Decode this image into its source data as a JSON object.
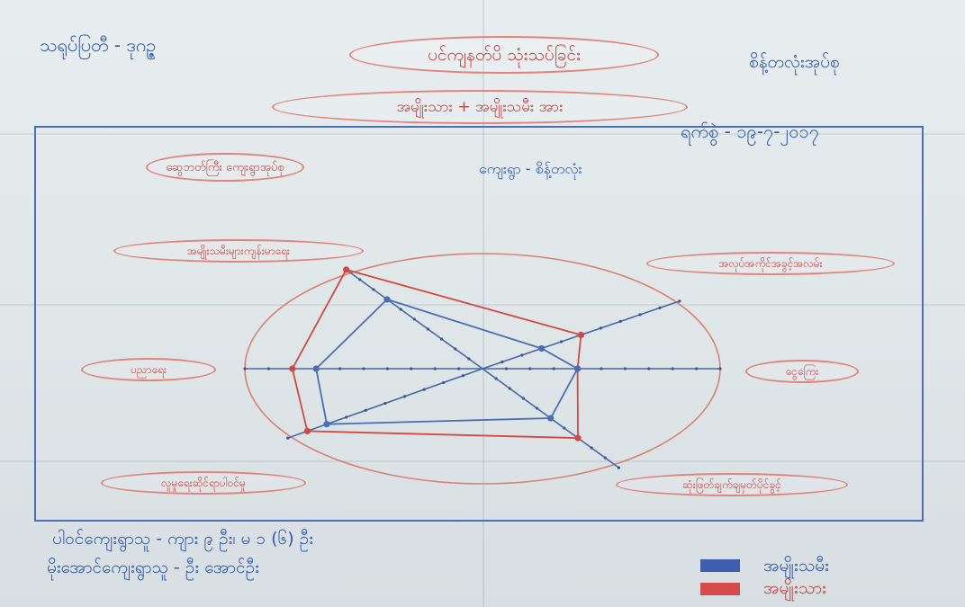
{
  "header": {
    "top_left": "သရုပ်ပြတီ - ဒုဂဉ္ဇ",
    "title": "ပင်ကျနတ်ပိ သုံးသပ်ခြင်း",
    "top_right": "စိန့်တလုံးအုပ်စု",
    "subtitle": "အမျိုးသား + အမျိုးသမီး အား",
    "date": "ရက်စွဲ - ၁၉-၇-၂၀၁၇"
  },
  "frame": {
    "village_left": "ဆွေဘတ်ကြီး ကျေးရွာအုပ်စု",
    "village_right": "ကျေးရွာ - စိန့်တလုံး"
  },
  "factors": [
    {
      "text": "အမျိုးသမီးများကျန်းမာရေး"
    },
    {
      "text": "အလုပ်အကိုင်အခွင့်အလမ်း"
    },
    {
      "text": "ပညာရေး"
    },
    {
      "text": "ငွေကြေး"
    },
    {
      "text": "လူမှုရေးဆိုင်ရာပါဝင်မှု"
    },
    {
      "text": "ဆုံးဖြတ်ချက်ချမှတ်ပိုင်ခွင့်"
    }
  ],
  "footer": {
    "participants_line": "ပါဝင်ကျေးရွာသူ - ကျား ၉ ဦး၊ မ ၁ (၆) ဦး",
    "facilitator_line": "မိုးအောင်ကျေးရွာသူ - ဦး အောင်ဦး"
  },
  "legend": [
    {
      "label": "အမျိုးသမီး",
      "color": "#3d5fae"
    },
    {
      "label": "အမျိုးသား",
      "color": "#d64b4b"
    }
  ],
  "chart_data": {
    "type": "radar",
    "axis_count": 6,
    "scale_max": 10,
    "series": [
      {
        "name": "အမျိုးသား",
        "color": "#d14a42",
        "values": [
          10,
          5,
          8,
          4,
          9,
          7
        ]
      },
      {
        "name": "အမျိုးသမီး",
        "color": "#4a6db8",
        "values": [
          7,
          3,
          7,
          4,
          8,
          5
        ]
      }
    ]
  }
}
